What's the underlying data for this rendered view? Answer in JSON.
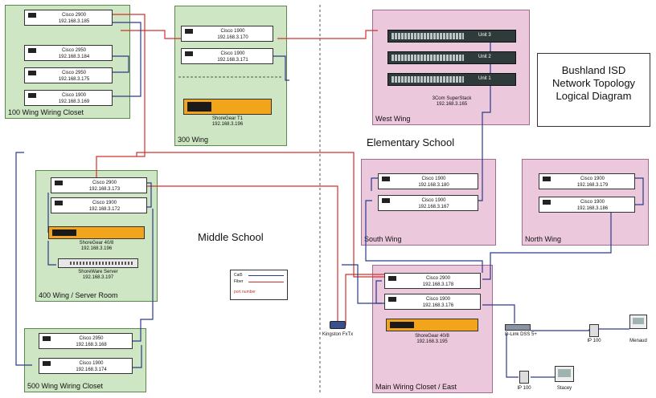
{
  "title": {
    "line1": "Bushland ISD",
    "line2": "Network Topology",
    "line3": "Logical Diagram"
  },
  "areas": {
    "middle_school": "Middle School",
    "elementary_school": "Elementary School"
  },
  "regions": {
    "wing100": "100 Wing Wiring Closet",
    "wing300": "300 Wing",
    "wing400": "400 Wing / Server Room",
    "wing500": "500 Wing Wiring Closet",
    "west_wing": "West Wing",
    "south_wing": "South Wing",
    "north_wing": "North Wing",
    "main_closet": "Main Wiring Closet / East"
  },
  "switches": {
    "w100_a": {
      "name": "Cisco 2900",
      "ip": "192.168.3.185"
    },
    "w100_b": {
      "name": "Cisco 2950",
      "ip": "192.168.3.184"
    },
    "w100_c": {
      "name": "Cisco 2950",
      "ip": "192.168.3.175"
    },
    "w100_d": {
      "name": "Cisco 1900",
      "ip": "192.168.3.169"
    },
    "w300_a": {
      "name": "Cisco 1900",
      "ip": "192.168.3.170"
    },
    "w300_b": {
      "name": "Cisco 1900",
      "ip": "192.168.3.171"
    },
    "w400_a": {
      "name": "Cisco 2900",
      "ip": "192.168.3.173"
    },
    "w400_b": {
      "name": "Cisco 1900",
      "ip": "192.168.3.172"
    },
    "w500_a": {
      "name": "Cisco 2950",
      "ip": "192.168.3.168"
    },
    "w500_b": {
      "name": "Cisco 1900",
      "ip": "192.168.3.174"
    },
    "south_a": {
      "name": "Cisco 1900",
      "ip": "192.168.3.180"
    },
    "south_b": {
      "name": "Cisco 1900",
      "ip": "192.168.3.167"
    },
    "north_a": {
      "name": "Cisco 1900",
      "ip": "192.168.3.179"
    },
    "north_b": {
      "name": "Cisco 1900",
      "ip": "192.168.3.186"
    },
    "main_a": {
      "name": "Cisco 2900",
      "ip": "192.168.3.178"
    },
    "main_b": {
      "name": "Cisco 1900",
      "ip": "192.168.3.176"
    }
  },
  "devices": {
    "shoregear_t1": {
      "name": "ShoreGear T1",
      "ip": "192.168.3.196"
    },
    "shoregear_40_8_ms": {
      "name": "ShoreGear 40/8",
      "ip": "192.168.3.196"
    },
    "shoreware_server": {
      "name": "ShoreWare Server",
      "ip": "192.168.3.197"
    },
    "superstack": {
      "name": "3Com SuperStack",
      "ip": "192.168.3.165"
    },
    "shoregear_40_8_main": {
      "name": "ShoreGear 40/8",
      "ip": "192.168.3.195"
    },
    "kingston": {
      "name": "Kingston FxTx"
    },
    "dlink": {
      "name": "D-Link DSS 5+"
    },
    "ip100_a": {
      "name": "IP 100"
    },
    "ip100_b": {
      "name": "IP 100"
    },
    "pc_menaud": {
      "name": "Menaud"
    },
    "pc_stacey": {
      "name": "Stacey"
    }
  },
  "stack_units": [
    "Unit 3",
    "Unit 2",
    "Unit 1"
  ],
  "legend": {
    "cat5": "Cat5",
    "fiber": "Fiber",
    "port": "port number"
  },
  "colors": {
    "green_region": "#cfe6c4",
    "pink_region": "#ecc8dc",
    "cat5_line": "#2b3a8c",
    "fiber_line": "#d0312d"
  }
}
